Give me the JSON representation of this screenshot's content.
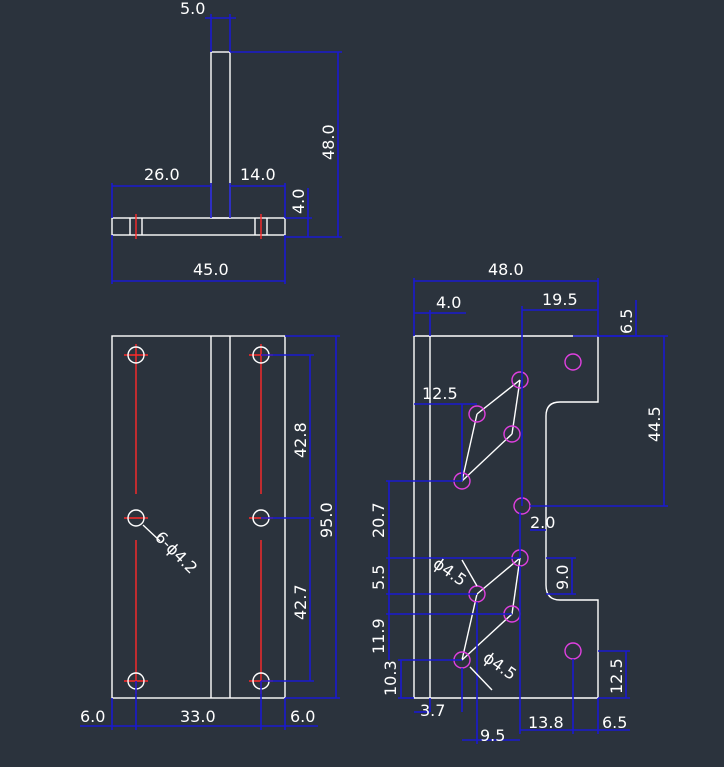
{
  "colors": {
    "background": "#2b333d",
    "geometry": "#ffffff",
    "dimension": "#1a1ad0",
    "centerline": "#ff2a2a",
    "hole_highlight": "#e040e0"
  },
  "views": {
    "top": {
      "dims": {
        "stem_width": "5.0",
        "height": "48.0",
        "left_length": "26.0",
        "right_length": "14.0",
        "flange_thickness": "4.0",
        "total_width": "45.0"
      }
    },
    "front": {
      "dims": {
        "upper_spacing": "42.8",
        "total_length": "95.0",
        "lower_spacing": "42.7",
        "hole_callout": "6-ϕ4.2",
        "left_edge": "6.0",
        "center_span": "33.0",
        "right_edge": "6.0"
      }
    },
    "side": {
      "dims": {
        "total_width": "48.0",
        "flange": "4.0",
        "hole_offset": "19.5",
        "top_offset": "6.5",
        "slot_length": "44.5",
        "pitch": "12.5",
        "vertical_spacing": "20.7",
        "slot_gap": "2.0",
        "hole_callout_1": "ϕ4.5",
        "step_a": "5.5",
        "slot_depth": "9.0",
        "step_b": "11.9",
        "hole_callout_2": "ϕ4.5",
        "step_c": "10.3",
        "bottom_right": "12.5",
        "left_small": "3.7",
        "bottom_mid": "9.5",
        "bottom_span": "13.8",
        "bottom_edge": "6.5"
      }
    }
  }
}
